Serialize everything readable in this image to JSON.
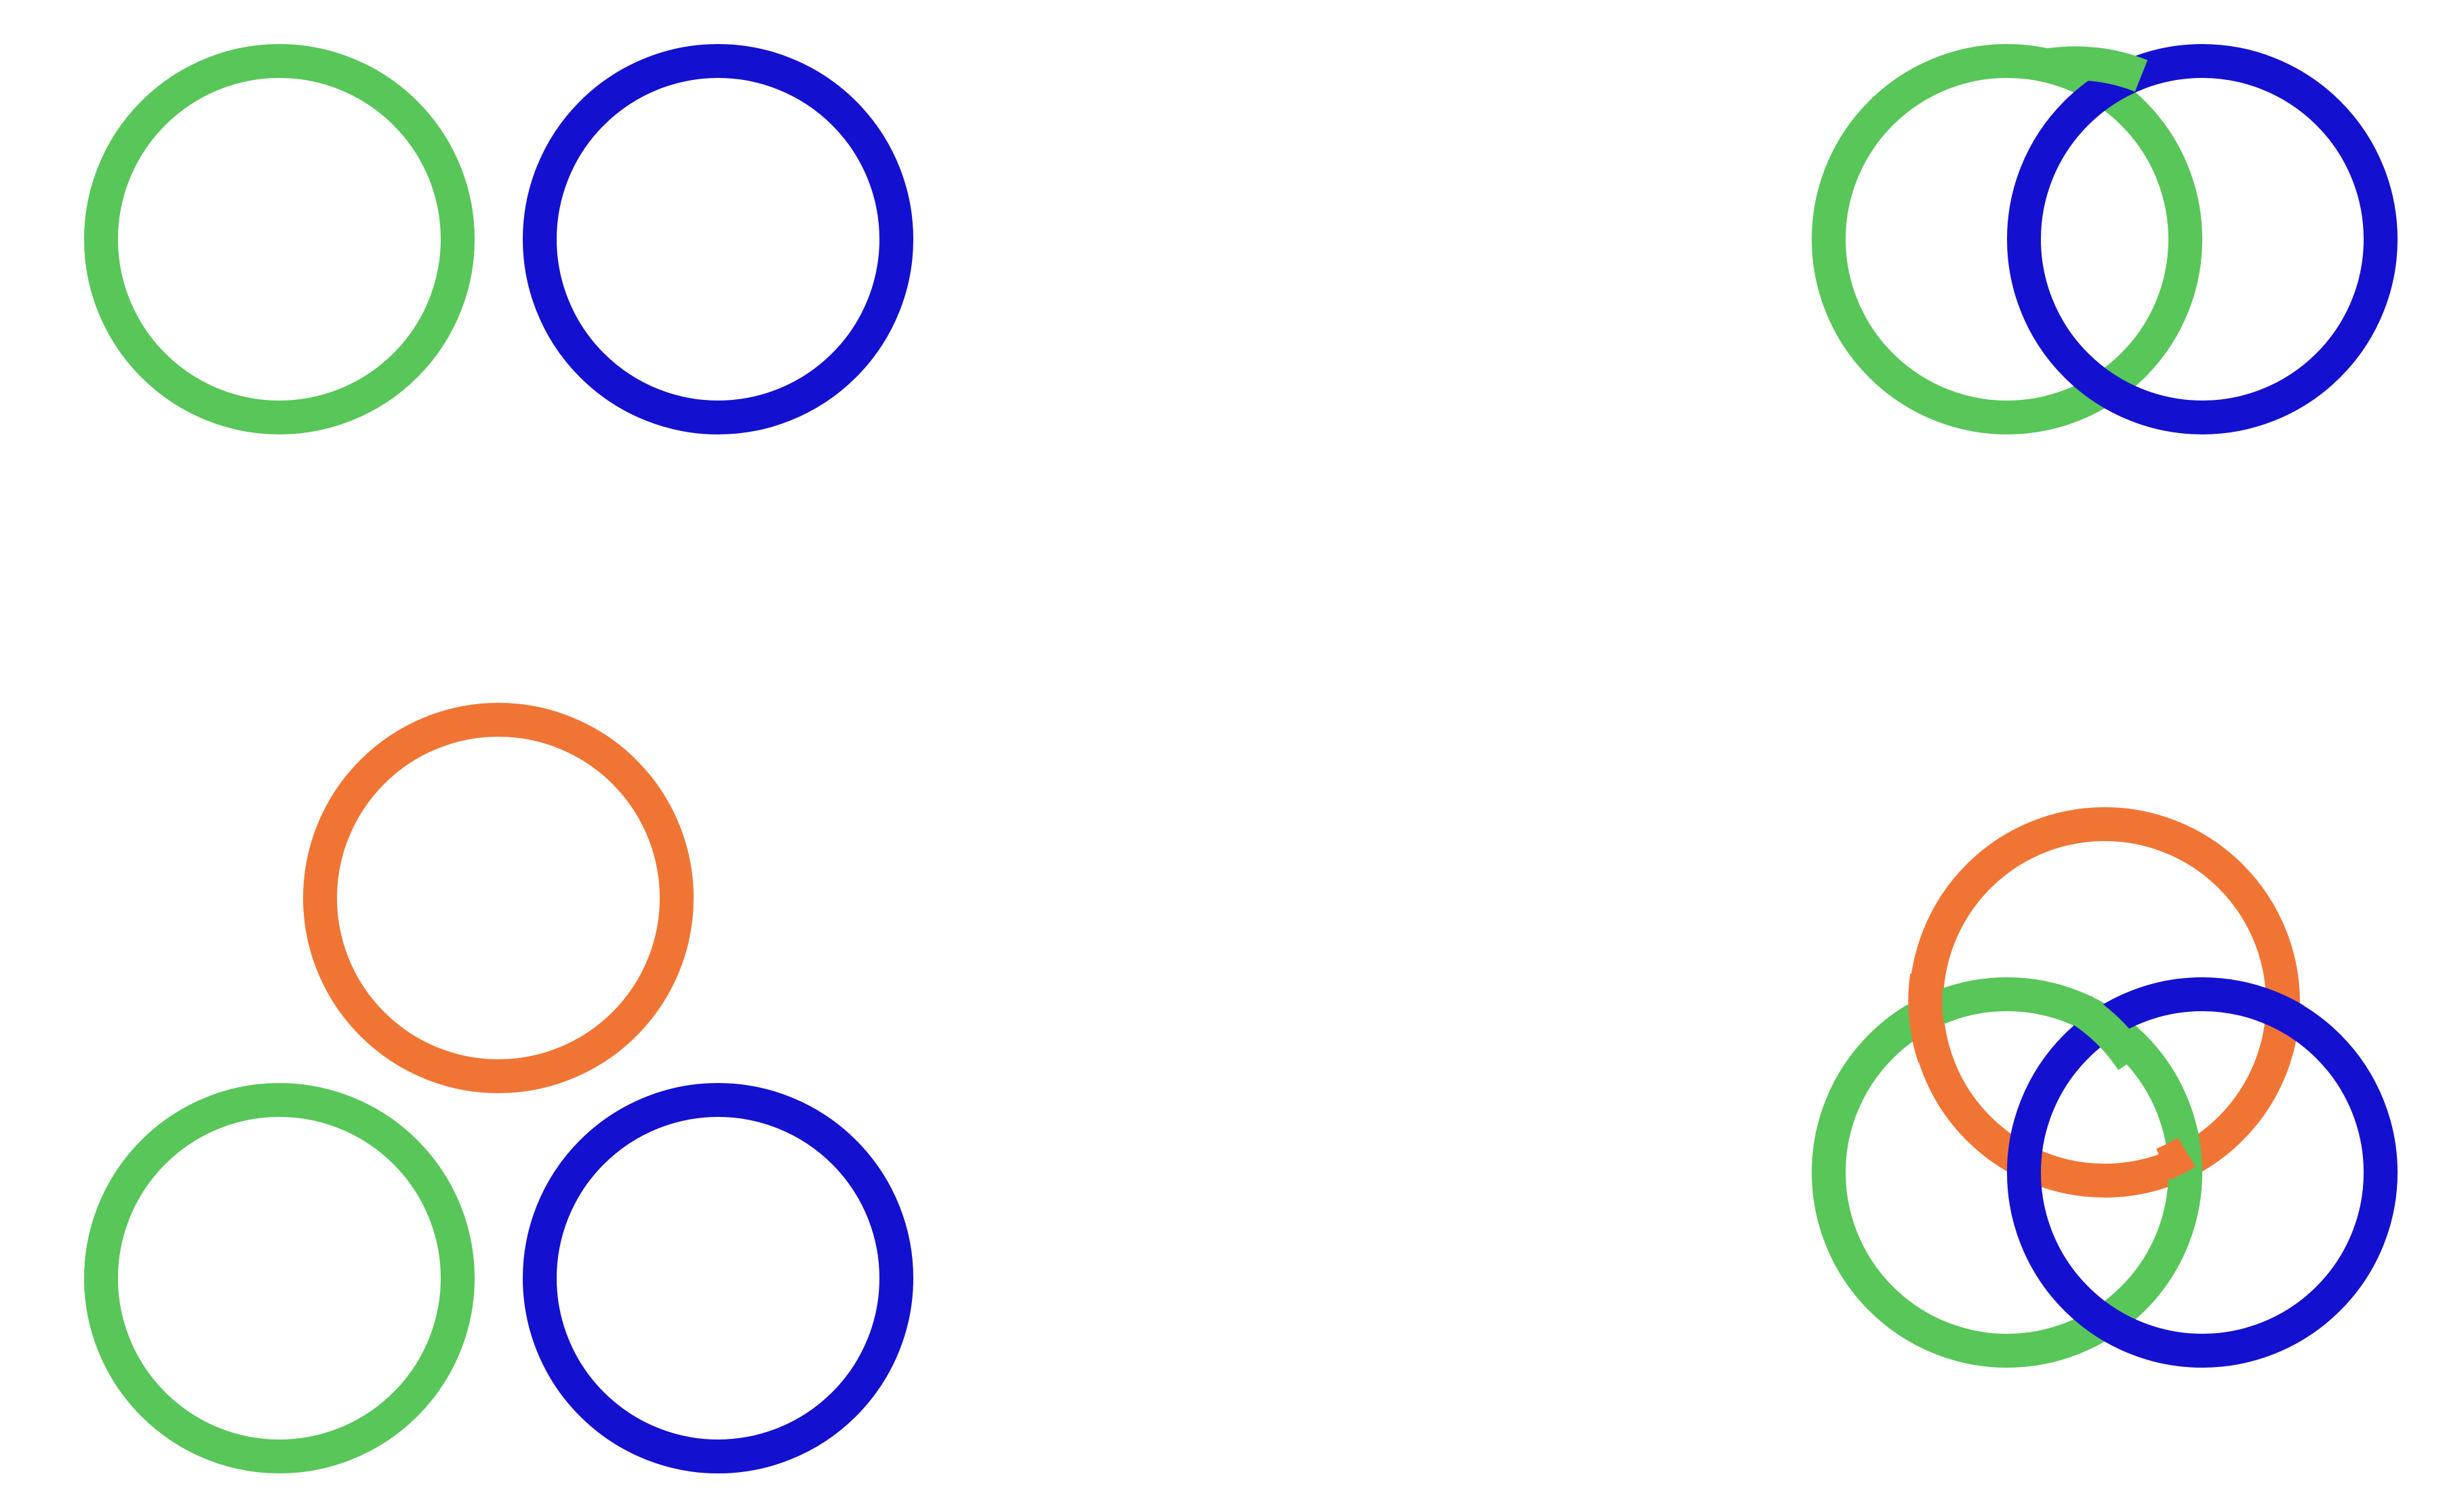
{
  "colors": {
    "green": "#58c659",
    "blue": "#1410cf",
    "orange": "#f07534",
    "background": "#ffffff"
  },
  "groups": [
    {
      "name": "two-separate-rings",
      "rings": [
        {
          "name": "green-ring",
          "color": "green"
        },
        {
          "name": "blue-ring",
          "color": "blue"
        }
      ],
      "linked": false
    },
    {
      "name": "two-linked-rings",
      "rings": [
        {
          "name": "green-ring",
          "color": "green"
        },
        {
          "name": "blue-ring",
          "color": "blue"
        }
      ],
      "linked": true
    },
    {
      "name": "three-separate-rings",
      "rings": [
        {
          "name": "orange-ring",
          "color": "orange"
        },
        {
          "name": "green-ring",
          "color": "green"
        },
        {
          "name": "blue-ring",
          "color": "blue"
        }
      ],
      "linked": false
    },
    {
      "name": "borromean-rings",
      "rings": [
        {
          "name": "orange-ring",
          "color": "orange"
        },
        {
          "name": "green-ring",
          "color": "green"
        },
        {
          "name": "blue-ring",
          "color": "blue"
        }
      ],
      "linked": true
    }
  ]
}
